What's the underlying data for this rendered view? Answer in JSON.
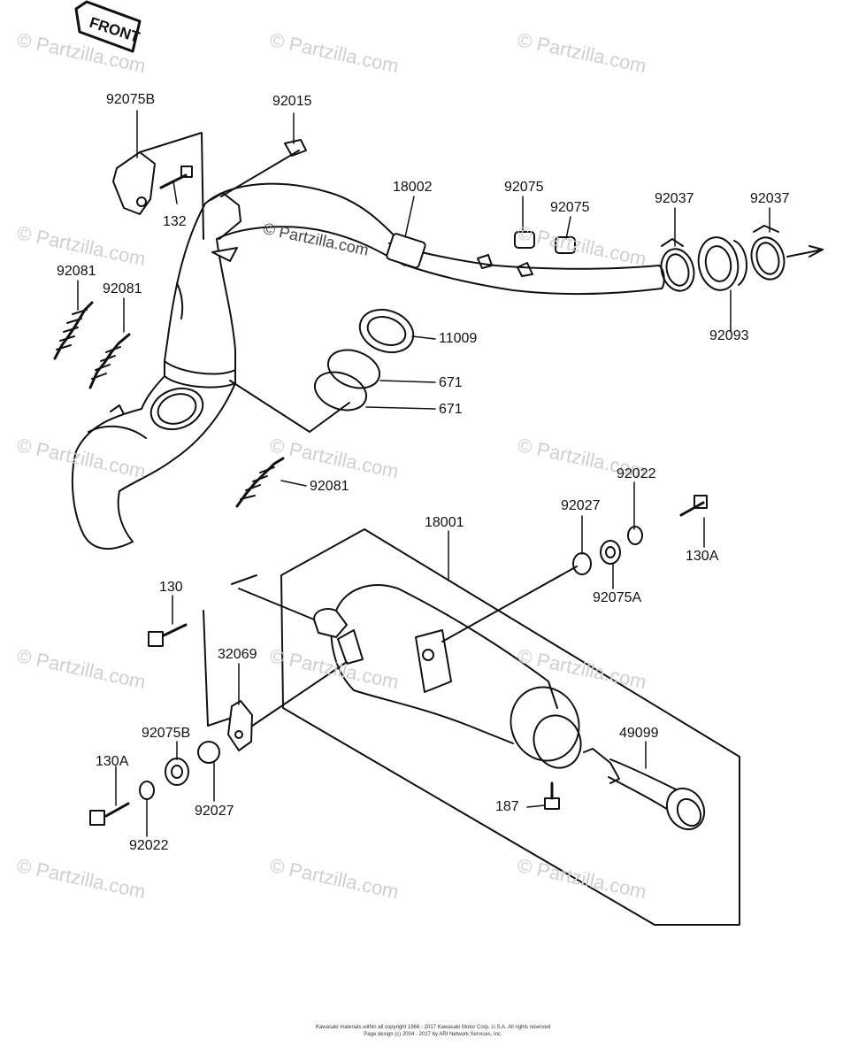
{
  "front_label": "FRONT",
  "watermark": "© Partzilla.com",
  "inner_watermark": "© Partzilla.com",
  "parts": {
    "p92075B_top": "92075B",
    "p92015": "92015",
    "p18002": "18002",
    "p92075_a": "92075",
    "p92075_b": "92075",
    "p92037_a": "92037",
    "p92037_b": "92037",
    "p132": "132",
    "p92081_a": "92081",
    "p92081_b": "92081",
    "p11009": "11009",
    "p671_a": "671",
    "p671_b": "671",
    "p92093": "92093",
    "p92081_c": "92081",
    "p92022_top": "92022",
    "p92027_top": "92027",
    "p18001": "18001",
    "p130A_top": "130A",
    "p92075A": "92075A",
    "p130": "130",
    "p32069": "32069",
    "p92075B_bot": "92075B",
    "p49099": "49099",
    "p130A_bot": "130A",
    "p92027_bot": "92027",
    "p187": "187",
    "p92022_bot": "92022"
  },
  "copyright": {
    "line1": "Kawasaki materials within all copyright 1966 - 2017 Kawasaki Motor Corp. U.S.A. All rights reserved",
    "line2": "Page design (c) 2004 - 2017 by ARI Network Services, Inc."
  }
}
